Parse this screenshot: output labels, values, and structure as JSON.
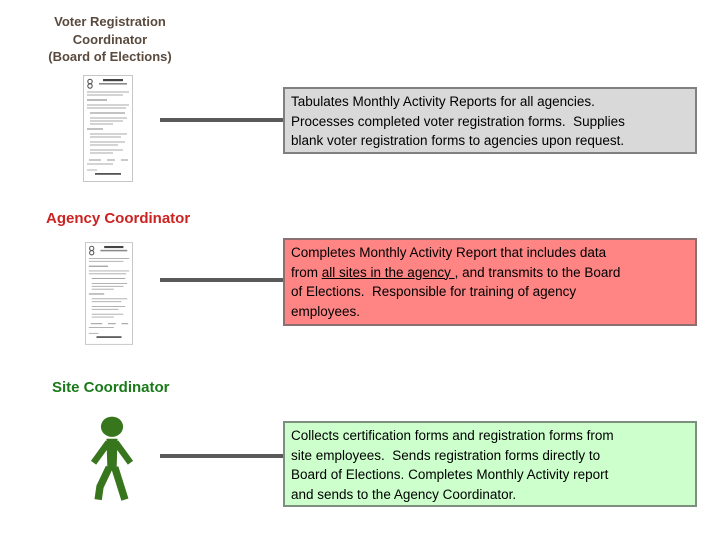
{
  "colors": {
    "connector": "#5a5a5a",
    "person": "#38761d"
  },
  "sections": [
    {
      "heading": {
        "text": "Voter Registration\nCoordinator\n(Board of Elections)",
        "color": "#5a4a3e"
      },
      "icon": "document-form",
      "box": {
        "fill": "#d9d9d9",
        "border": "#808080",
        "text_before": "Tabulates Monthly Activity Reports for all agencies.\nProcesses completed voter registration forms.  Supplies\nblank voter registration forms to agencies upon request.",
        "underlined": "",
        "text_after": ""
      }
    },
    {
      "heading": {
        "text": "Agency Coordinator",
        "color": "#cc2222"
      },
      "icon": "document-form",
      "box": {
        "fill": "#ff8585",
        "border": "#8a7070",
        "text_before": "Completes Monthly Activity Report that includes data\nfrom ",
        "underlined": "all sites in the agency ",
        "text_after": ", and transmits to the Board\nof Elections.  Responsible for training of agency\nemployees."
      }
    },
    {
      "heading": {
        "text": "Site Coordinator",
        "color": "#1a7a1a"
      },
      "icon": "person-figure",
      "box": {
        "fill": "#ccffcc",
        "border": "#7d8f7d",
        "text_before": "Collects certification forms and registration forms from\nsite employees.  Sends registration forms directly to\nBoard of Elections. Completes Monthly Activity report\nand sends to the Agency Coordinator.",
        "underlined": "",
        "text_after": ""
      }
    }
  ]
}
